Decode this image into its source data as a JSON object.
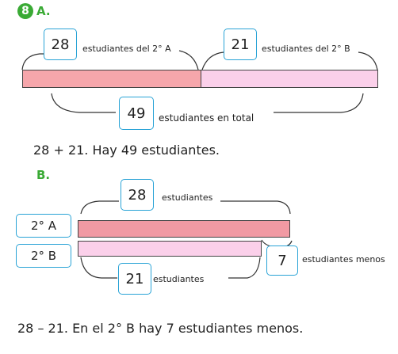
{
  "exercise": {
    "number": "8"
  },
  "partA": {
    "label": "A.",
    "left_value": "28",
    "left_text": "estudiantes del 2° A",
    "right_value": "21",
    "right_text": "estudiantes del 2° B",
    "total_value": "49",
    "total_text": "estudiantes en total",
    "sentence": "28 + 21. Hay 49 estudiantes.",
    "colors": {
      "left_bar": "#f6a6ab",
      "right_bar": "#fbd0ea"
    }
  },
  "partB": {
    "label": "B.",
    "top_value": "28",
    "top_text": "estudiantes",
    "row1_label": "2° A",
    "row2_label": "2° B",
    "bottom_value": "21",
    "bottom_text": "estudiantes",
    "diff_value": "7",
    "diff_text": "estudiantes menos",
    "sentence": "28 – 21. En el 2° B hay 7 estudiantes menos.",
    "colors": {
      "row1_bar": "#f19aa3",
      "row2_bar": "#fbd0ea"
    }
  },
  "accent": {
    "green": "#3aaa35",
    "box_border": "#29a3d6"
  }
}
